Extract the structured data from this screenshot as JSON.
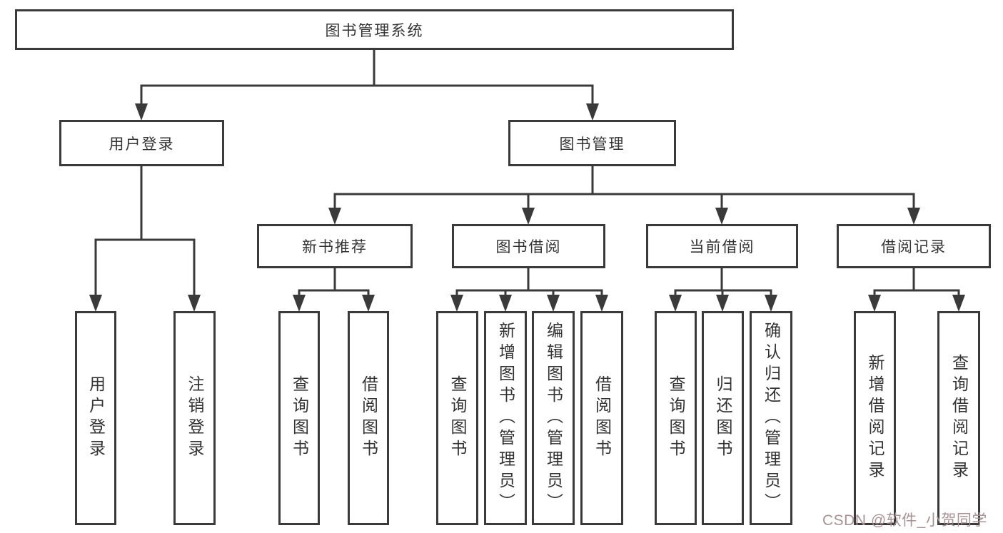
{
  "nodes": {
    "root": {
      "label": "图书管理系统"
    },
    "level2": [
      {
        "label": "用户登录"
      },
      {
        "label": "图书管理"
      }
    ],
    "level3": [
      {
        "label": "新书推荐"
      },
      {
        "label": "图书借阅"
      },
      {
        "label": "当前借阅"
      },
      {
        "label": "借阅记录"
      }
    ],
    "leaves": {
      "user_login": [
        "用户登录",
        "注销登录"
      ],
      "new_book": [
        "查询图书",
        "借阅图书"
      ],
      "book_borrow": [
        "查询图书",
        "新增图书（管理员）",
        "编辑图书（管理员）",
        "借阅图书"
      ],
      "current_borrow": [
        "查询图书",
        "归还图书",
        "确认归还（管理员）"
      ],
      "borrow_records": [
        "新增借阅记录",
        "查询借阅记录"
      ]
    }
  },
  "watermark": {
    "text": "CSDN @软件_小贺同学"
  },
  "colors": {
    "line": "#3a3a3a",
    "text": "#333333",
    "watermark": "#a89394",
    "background": "#ffffff"
  }
}
